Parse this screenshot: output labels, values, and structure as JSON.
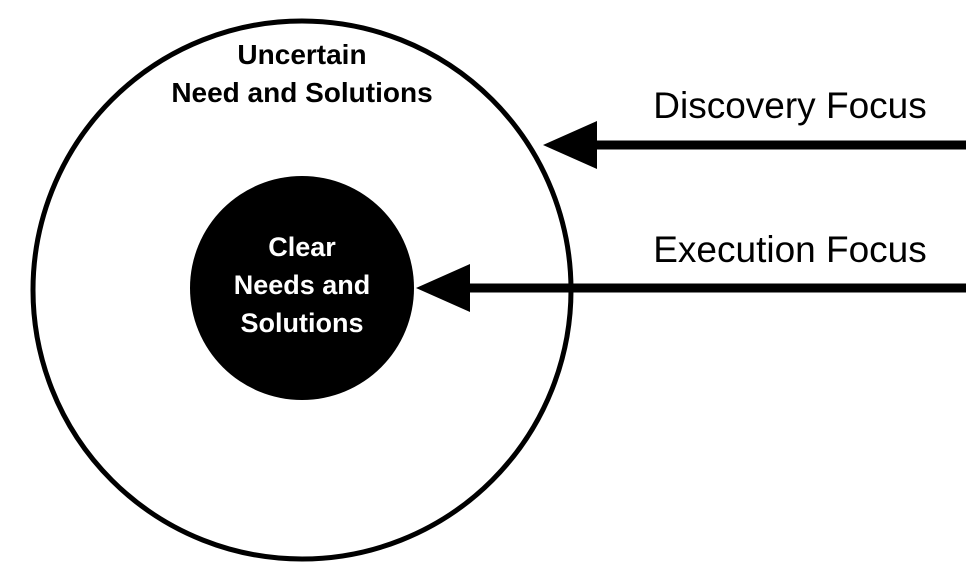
{
  "diagram": {
    "outer_circle": {
      "label_lines": [
        "Uncertain",
        "Need and Solutions"
      ],
      "fill": "#ffffff",
      "stroke": "#000000"
    },
    "inner_circle": {
      "label_lines": [
        "Clear",
        "Needs and",
        "Solutions"
      ],
      "fill": "#000000",
      "text_color": "#ffffff"
    },
    "arrows": {
      "discovery": {
        "label": "Discovery Focus",
        "color": "#000000"
      },
      "execution": {
        "label": "Execution Focus",
        "color": "#000000"
      }
    }
  }
}
